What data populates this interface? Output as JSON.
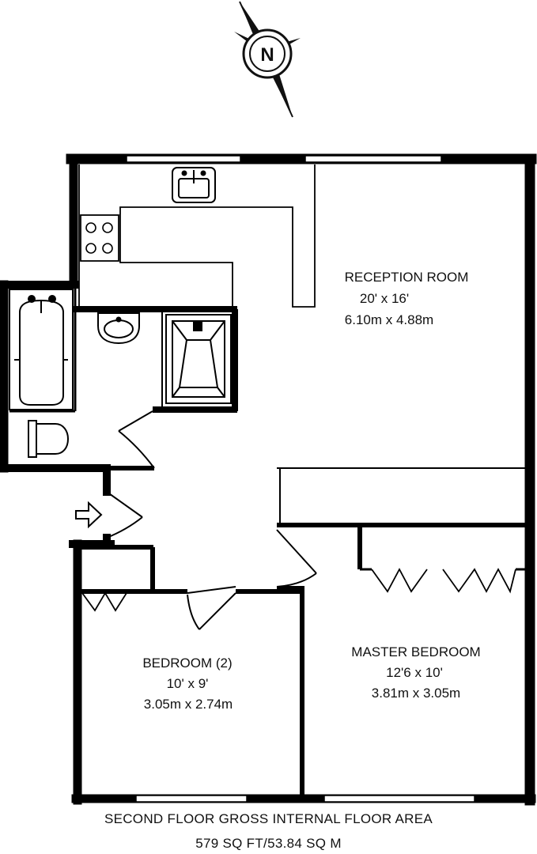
{
  "compass": {
    "letter": "N",
    "icon": "north-compass-icon"
  },
  "rooms": {
    "reception": {
      "name": "RECEPTION ROOM",
      "imperial": "20' x 16'",
      "metric": "6.10m x 4.88m"
    },
    "bedroom2": {
      "name": "BEDROOM (2)",
      "imperial": "10' x 9'",
      "metric": "3.05m x 2.74m"
    },
    "master": {
      "name": "MASTER BEDROOM",
      "imperial": "12'6 x 10'",
      "metric": "3.81m x 3.05m"
    }
  },
  "entrance": {
    "icon": "entrance-arrow-icon"
  },
  "footer": {
    "title": "SECOND FLOOR GROSS INTERNAL FLOOR AREA",
    "area": "579 SQ FT/53.84 SQ M"
  }
}
